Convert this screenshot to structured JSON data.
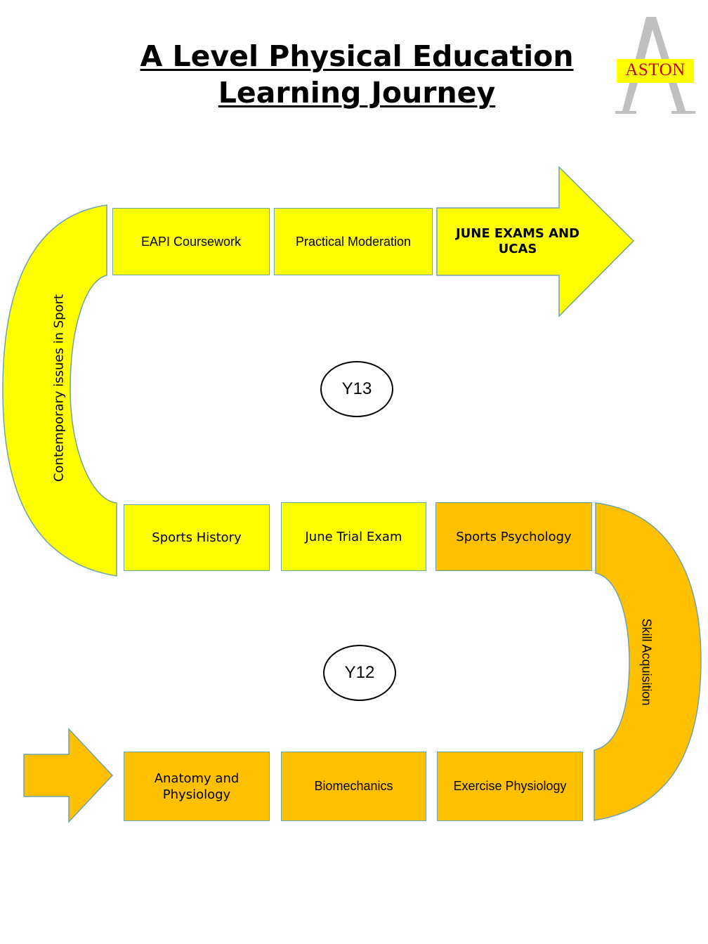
{
  "title": {
    "line1": "A Level Physical Education",
    "line2": "Learning Journey"
  },
  "logo": {
    "letter": "A",
    "text": "ASTON",
    "colors": {
      "letter": "#bfbfbf",
      "band": "#ffff00",
      "text": "#c00000"
    }
  },
  "colors": {
    "yellow": "#ffff00",
    "amber": "#ffc000",
    "border": "#6fa3a8"
  },
  "year13": {
    "label": "Y13",
    "curve_label": "Contemporary issues in Sport",
    "top_row": [
      "EAPI Coursework",
      "Practical Moderation"
    ],
    "end_arrow": "JUNE EXAMS AND UCAS",
    "middle_row": [
      "Sports History",
      "June Trial Exam",
      "Sports Psychology"
    ]
  },
  "year12": {
    "label": "Y12",
    "curve_label": "Skill Acquisition",
    "bottom_row": [
      "Anatomy and Physiology",
      "Biomechanics",
      "Exercise Physiology"
    ]
  }
}
